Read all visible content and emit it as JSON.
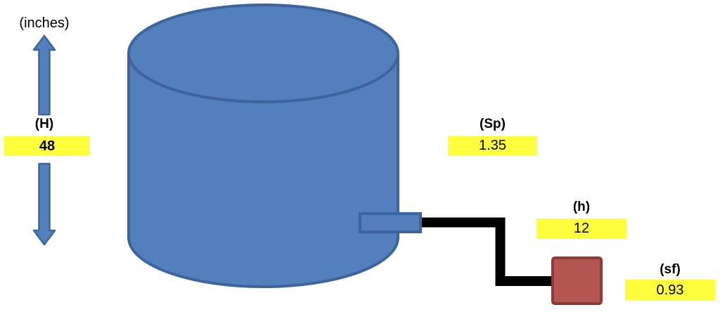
{
  "diagram": {
    "unit_label": "(inches)",
    "measurements": {
      "H": {
        "label": "(H)",
        "value": "48"
      },
      "Sp": {
        "label": "(Sp)",
        "value": "1.35"
      },
      "h": {
        "label": "(h)",
        "value": "12"
      },
      "sf": {
        "label": "(sf)",
        "value": "0.93"
      }
    },
    "shapes": {
      "tank": "cylindrical-tank",
      "outlet": "tank-outlet-pipe",
      "pipe": "discharge-pipe",
      "pump": "pump-box",
      "up_arrow": "height-up-arrow",
      "down_arrow": "height-down-arrow"
    }
  },
  "colors": {
    "background": "#FFFFFF",
    "tank_fill": "#5380BC",
    "tank_border": "#3D649D",
    "arrow_fill": "#5380BC",
    "arrow_border": "#3D649D",
    "highlight_yellow": "#FFFF3E",
    "pump_fill": "#B5554F",
    "pump_border": "#8E3A36",
    "pipe_black": "#000000",
    "text": "#000000"
  }
}
